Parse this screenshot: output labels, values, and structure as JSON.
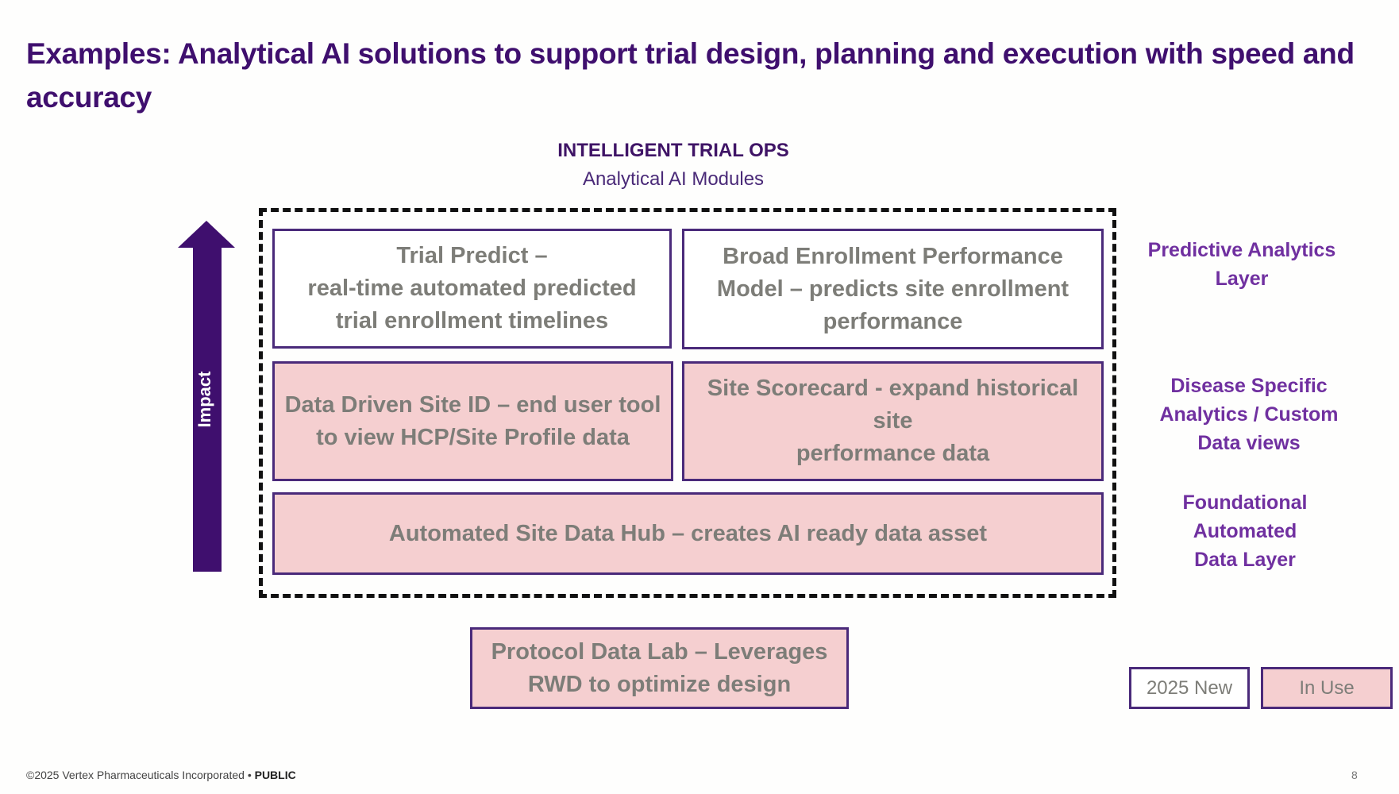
{
  "slide": {
    "title": "Examples: Analytical AI solutions to support trial design, planning and execution with speed and accuracy",
    "header": {
      "title": "INTELLIGENT TRIAL OPS",
      "subtitle": "Analytical AI Modules"
    },
    "impact_axis": {
      "label": "Impact",
      "icon": "arrow-up-icon",
      "color": "#3f0f6e"
    },
    "modules": [
      {
        "id": "trial-predict",
        "lines": [
          "Trial Predict –",
          "real-time automated predicted",
          "trial enrollment timelines"
        ],
        "status": "2025 New",
        "layer": "Predictive Analytics Layer"
      },
      {
        "id": "broad-enrollment",
        "lines": [
          "Broad Enrollment Performance",
          "Model – predicts site enrollment",
          "performance"
        ],
        "status": "2025 New",
        "layer": "Predictive Analytics Layer"
      },
      {
        "id": "data-driven-site-id",
        "lines": [
          "Data Driven Site ID – end user tool",
          "to view HCP/Site Profile data"
        ],
        "status": "In Use",
        "layer": "Disease Specific Analytics / Custom Data views"
      },
      {
        "id": "site-scorecard",
        "lines": [
          "Site Scorecard - expand historical site",
          "performance data"
        ],
        "status": "In Use",
        "layer": "Disease Specific Analytics / Custom Data views"
      },
      {
        "id": "automated-site-data-hub",
        "lines": [
          "Automated Site Data Hub – creates AI ready data asset"
        ],
        "status": "In Use",
        "layer": "Foundational Automated Data Layer"
      }
    ],
    "protocol_box": {
      "lines": [
        "Protocol Data Lab – Leverages",
        "RWD to optimize design"
      ],
      "status": "In Use"
    },
    "layers": [
      {
        "lines": [
          "Predictive Analytics",
          "Layer"
        ]
      },
      {
        "lines": [
          "Disease Specific",
          "Analytics / Custom",
          "Data views"
        ]
      },
      {
        "lines": [
          "Foundational",
          "Automated",
          "Data Layer"
        ]
      }
    ],
    "legend": [
      {
        "label": "2025 New",
        "color": "#ffffff"
      },
      {
        "label": "In Use",
        "color": "#f5cfd0"
      }
    ],
    "footer": {
      "copyright": "©2025 Vertex Pharmaceuticals Incorporated",
      "separator": "•",
      "classification": "PUBLIC",
      "page_number": "8"
    },
    "colors": {
      "title": "#3f0f6e",
      "layer_label": "#7030a0",
      "in_use_fill": "#f5cfd0",
      "box_border": "#4a2a7a",
      "box_text": "#7d7d78"
    }
  }
}
